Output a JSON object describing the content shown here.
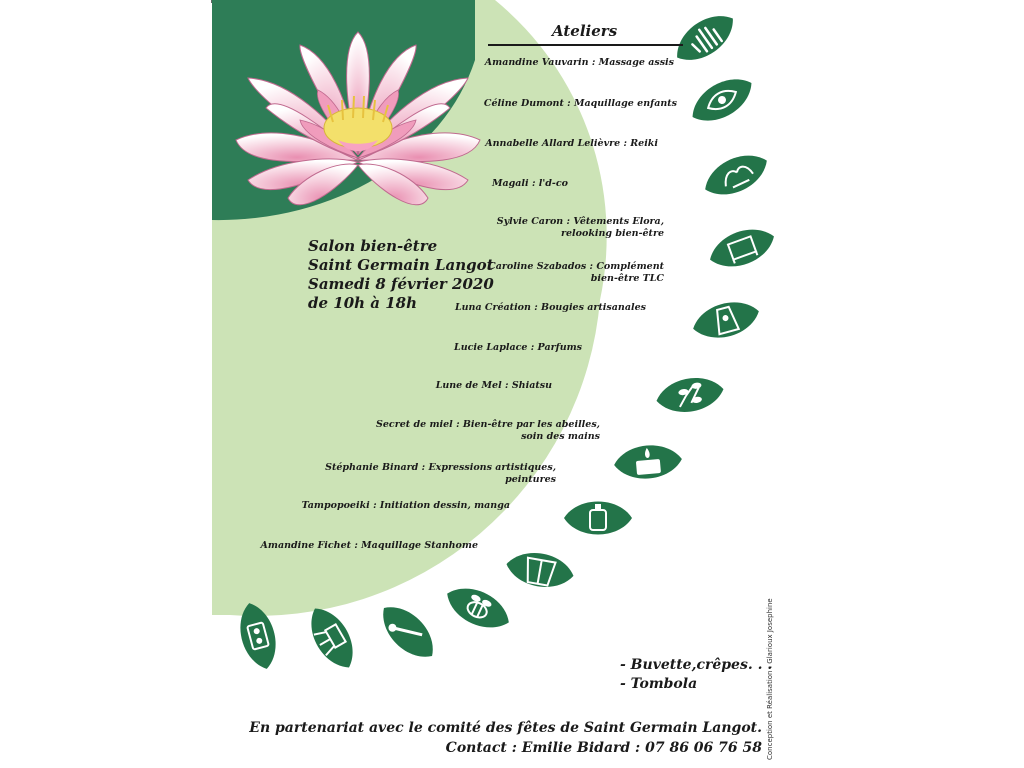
{
  "workshops": {
    "title": "Ateliers",
    "items": [
      {
        "lines": [
          "Amandine Vauvarin : Massage assis"
        ]
      },
      {
        "lines": [
          "Céline Dumont : Maquillage enfants"
        ]
      },
      {
        "lines": [
          "Annabelle Allard Lelièvre : Reiki"
        ]
      },
      {
        "lines": [
          "Magali : l'd-co"
        ]
      },
      {
        "lines": [
          "Sylvie Caron : Vêtements Elora,",
          "relooking bien-être"
        ]
      },
      {
        "lines": [
          "Caroline Szabados : Complément",
          "bien-être TLC"
        ]
      },
      {
        "lines": [
          "Luna Création : Bougies artisanales"
        ]
      },
      {
        "lines": [
          "Lucie Laplace : Parfums"
        ]
      },
      {
        "lines": [
          "Lune de Mel : Shiatsu"
        ]
      },
      {
        "lines": [
          "Secret de miel : Bien-être par les abeilles,",
          "soin des mains"
        ]
      },
      {
        "lines": [
          "Stéphanie Binard : Expressions artistiques,",
          "peintures"
        ]
      },
      {
        "lines": [
          "Tampopoeiki : Initiation dessin, manga"
        ]
      },
      {
        "lines": [
          "Amandine Fichet : Maquillage Stanhome"
        ]
      }
    ]
  },
  "event": {
    "line1": "Salon bien-être",
    "line2": "Saint Germain Langot",
    "line3": "Samedi 8 février 2020",
    "line4": "de 10h à 18h"
  },
  "extras": {
    "line1": "- Buvette,crêpes. . .",
    "line2": "- Tombola"
  },
  "footer": {
    "partnership": "En partenariat avec le comité des fêtes de Saint Germain Langot.",
    "contact": "Contact : Emilie Bidard : 07 86 06 76 58"
  },
  "credit": "Conception et Réalisation : Glarioux Josephine",
  "colors": {
    "pale_green": "#cce3b6",
    "dark_green": "#2e7d57",
    "leaf_green": "#237449",
    "lotus_pink": "#f4c2d4",
    "lotus_center": "#f3e06b",
    "text": "#1a1a1a"
  },
  "leaf_icons": [
    "hand-icon",
    "eye-icon",
    "reiki-hands-icon",
    "deco-frame-icon",
    "clothing-icon",
    "bottle-icon",
    "plants-icon",
    "candle-icon",
    "perfume-bottle-icon",
    "kimono-icon",
    "bee-icon",
    "brush-icon",
    "easel-icon",
    "makeup-palette-icon"
  ]
}
